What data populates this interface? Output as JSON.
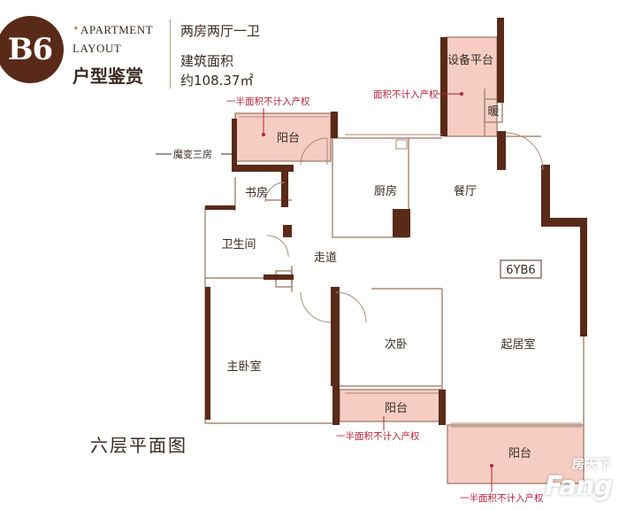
{
  "header": {
    "plan_code": "B6",
    "title_en_line1": "APARTMENT",
    "title_en_line2": "LAYOUT",
    "title_cn": "户型鉴赏",
    "layout_type": "两房两厅一卫",
    "area_label": "建筑面积",
    "area_value": "约108.37㎡"
  },
  "floor_label": "六层平面图",
  "rooms": {
    "equipment_platform": "设备平台",
    "heating": "暖",
    "balcony_top": "阳台",
    "study": "书房",
    "kitchen": "厨房",
    "dining": "餐厅",
    "bathroom": "卫生间",
    "corridor": "走道",
    "second_bedroom": "次卧",
    "living_room": "起居室",
    "master_bedroom": "主卧室",
    "balcony_mid": "阳台",
    "balcony_bottom": "阳台"
  },
  "unit_tag": "6YB6",
  "notes": {
    "half_area_top": "一半面积不计入产权",
    "no_area_equipment": "面积不计入产权",
    "magic_three_rooms": "魔变三房",
    "half_area_mid": "一半面积不计入产权",
    "half_area_bottom": "一半面积不计入产权"
  },
  "colors": {
    "wall": "#5a2a18",
    "wall_light": "#a88a78",
    "balcony_fill": "#f6cdc3",
    "note_red": "#b2243c"
  },
  "watermark": {
    "cn": "房天下",
    "en": "Fang"
  }
}
